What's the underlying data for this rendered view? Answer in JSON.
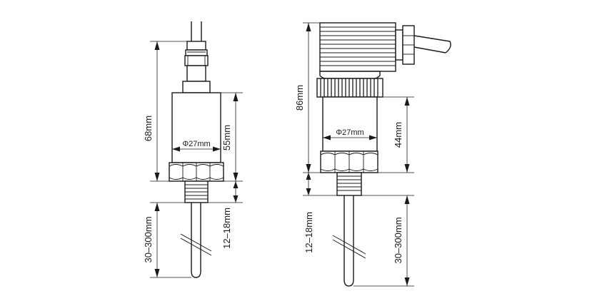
{
  "left_view": {
    "overall_length": "68mm",
    "body_length": "55mm",
    "body_diameter": "Φ27mm",
    "probe_length": "30–300mm",
    "thread_length": "12–18mm"
  },
  "right_view": {
    "overall_length": "86mm",
    "body_length": "44mm",
    "body_diameter": "Φ27mm",
    "probe_length": "30–300mm",
    "thread_length": "12–18mm"
  }
}
